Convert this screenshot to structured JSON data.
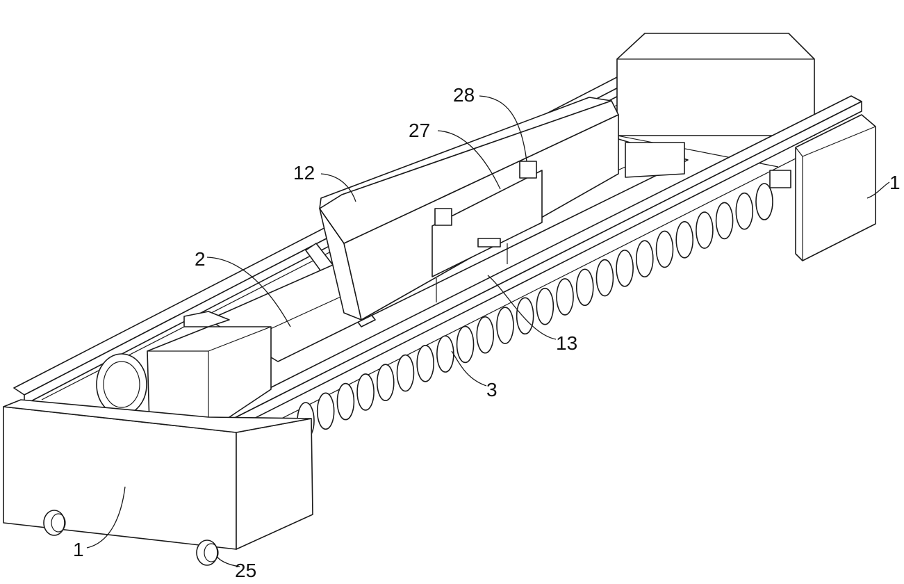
{
  "figure": {
    "labels": {
      "l28": "28",
      "l27": "27",
      "l12": "12",
      "l2": "2",
      "l1_right": "1",
      "l13": "13",
      "l3": "3",
      "l1_left": "1",
      "l25": "25"
    }
  }
}
